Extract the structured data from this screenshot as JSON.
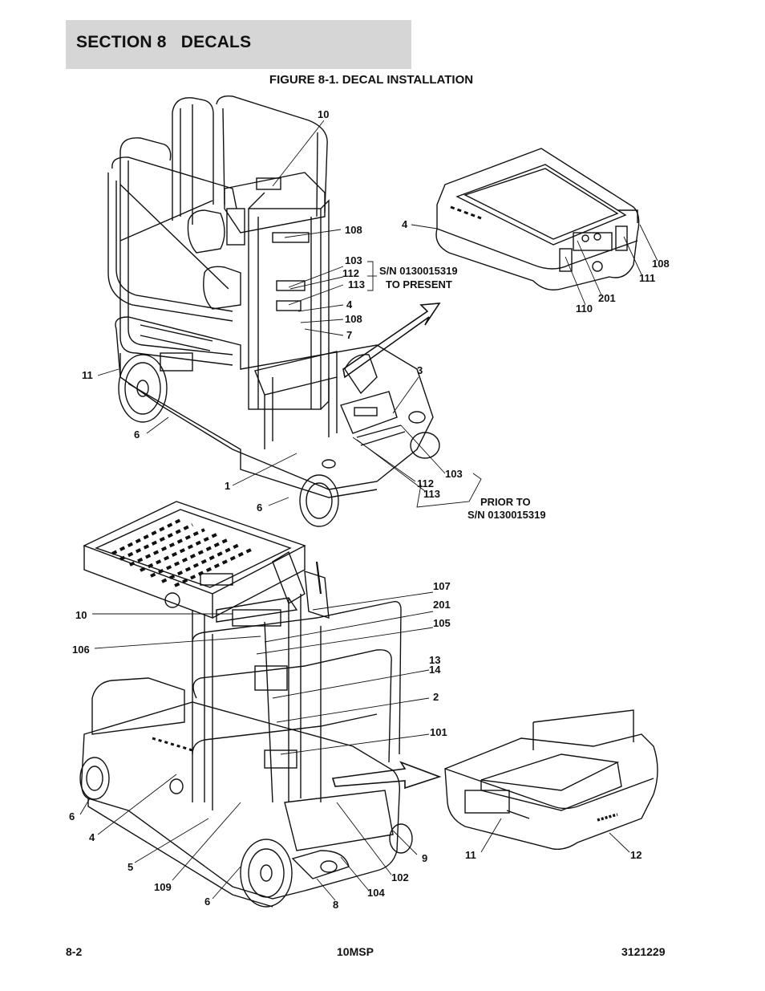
{
  "header": {
    "section": "SECTION 8   DECALS"
  },
  "figure": {
    "title": "FIGURE 8-1. DECAL INSTALLATION"
  },
  "callouts": {
    "upper": [
      "10",
      "108",
      "103",
      "112",
      "113",
      "4",
      "108",
      "7",
      "11",
      "3",
      "6",
      "1",
      "6",
      "112",
      "113",
      "103"
    ],
    "sn_new_line1": "S/N 0130015319",
    "sn_new_line2": "TO PRESENT",
    "prior_line1": "PRIOR TO",
    "prior_line2": "S/N 0130015319",
    "cover": [
      "4",
      "108",
      "111",
      "201",
      "110"
    ],
    "lower": [
      "107",
      "201",
      "105",
      "13",
      "14",
      "2",
      "101",
      "10",
      "106",
      "6",
      "4",
      "5",
      "109",
      "6",
      "8",
      "104",
      "102",
      "9"
    ],
    "tray": [
      "11",
      "12"
    ]
  },
  "footer": {
    "page": "8-2",
    "model": "10MSP",
    "doc": "3121229"
  }
}
